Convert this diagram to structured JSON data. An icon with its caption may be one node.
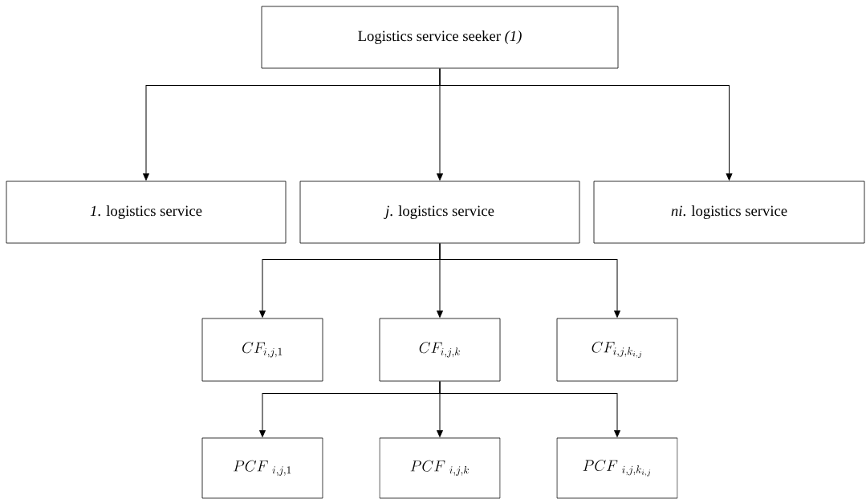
{
  "diagram": {
    "nodes": [
      {
        "text": [
          "Logistics service seeker *(1)*"
        ]
      },
      {
        "text": [
          "*1*. logistics service"
        ]
      },
      {
        "text": [
          "*j*. logistics service"
        ]
      },
      {
        "text": [
          "*ni*. logistics service"
        ]
      },
      {
        "text": [
          "CF_{i,j,1}"
        ]
      },
      {
        "text": [
          "CF_{i,j,k}"
        ]
      },
      {
        "text": [
          "CF_{i,j,k_{i,j}}"
        ]
      },
      {
        "text": [
          "PCF\\ _{i,j,1}"
        ]
      },
      {
        "text": [
          "PCF\\ _{i,j,k}"
        ]
      },
      {
        "text": [
          "PCF\\ _{i,j,k_{i,j}}"
        ]
      }
    ],
    "edges": [
      {
        "from": 0,
        "to": 1,
        "arrow": "to"
      },
      {
        "from": 0,
        "to": 2,
        "arrow": "to"
      },
      {
        "from": 0,
        "to": 3,
        "arrow": "to"
      },
      {
        "from": 2,
        "to": 4,
        "arrow": "to"
      },
      {
        "from": 2,
        "to": 5,
        "arrow": "to"
      },
      {
        "from": 2,
        "to": 6,
        "arrow": "to"
      },
      {
        "from": 5,
        "to": 7,
        "arrow": "to"
      },
      {
        "from": 5,
        "to": 8,
        "arrow": "to"
      },
      {
        "from": 5,
        "to": 9,
        "arrow": "to"
      }
    ]
  }
}
